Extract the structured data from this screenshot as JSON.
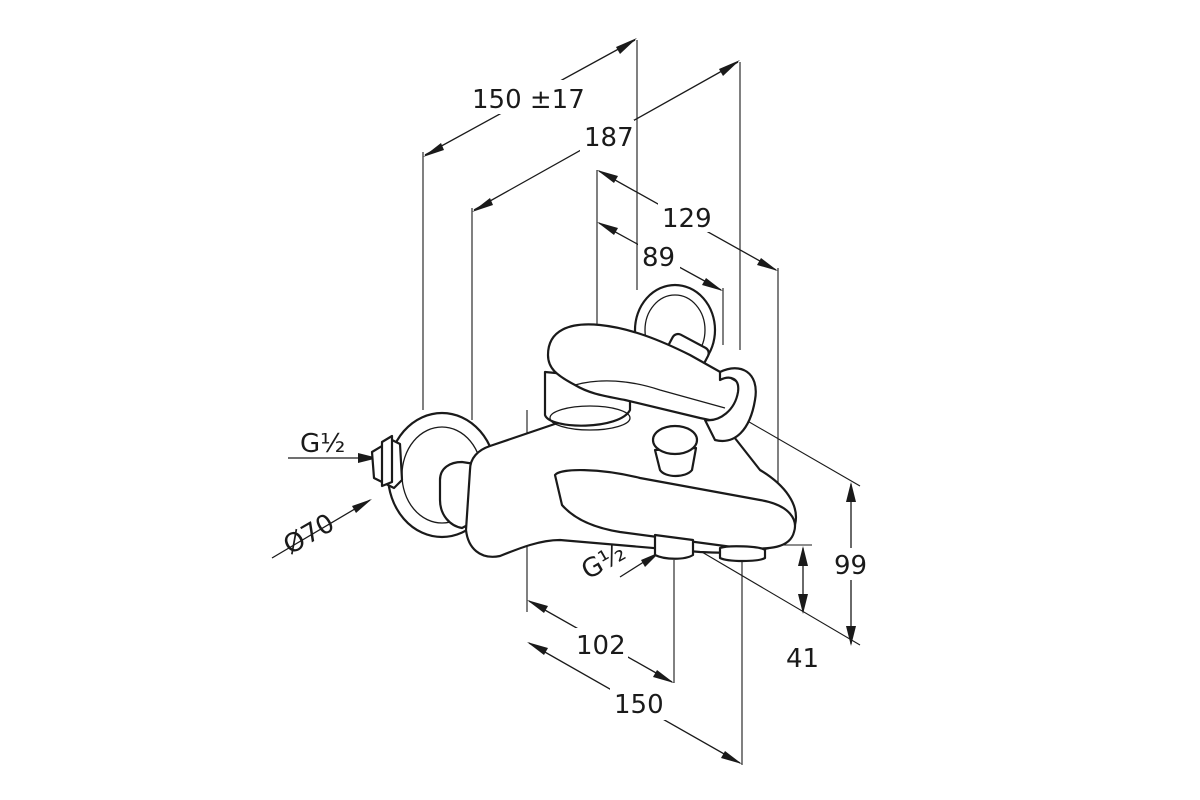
{
  "dimensions": {
    "wall_spacing": "150 ±17",
    "overall_width": "187",
    "lever_depth": "129",
    "lever_body_depth": "89",
    "overall_height": "99",
    "spout_height": "41",
    "inlet_thread": "G½",
    "outlet_thread": "G½",
    "escutcheon_diameter": "Ø70",
    "spout_to_body": "102",
    "projection": "150"
  },
  "colors": {
    "line": "#1a1a1a",
    "background": "#ffffff"
  }
}
